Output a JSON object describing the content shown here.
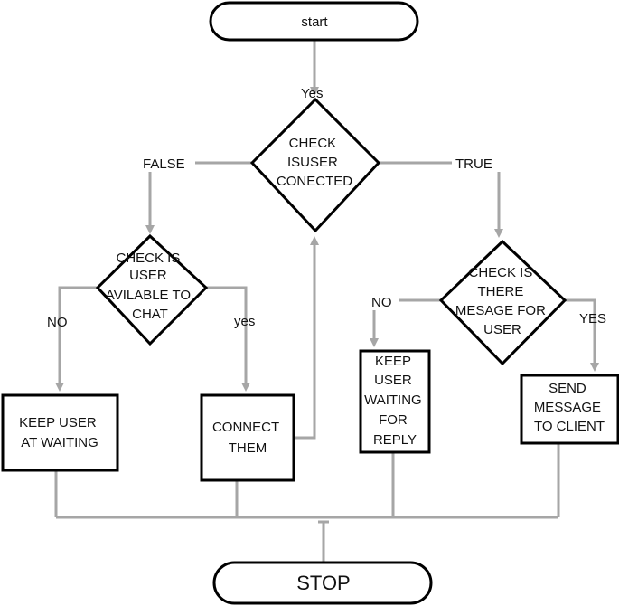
{
  "diagram": {
    "nodes": {
      "start": {
        "lines": [
          "start"
        ]
      },
      "check_connected": {
        "lines": [
          "CHECK",
          "ISUSER",
          "CONECTED"
        ]
      },
      "check_available": {
        "lines": [
          "CHECK IS",
          "USER",
          "AVILABLE TO",
          "CHAT"
        ]
      },
      "check_message": {
        "lines": [
          "CHECK IS",
          "THERE",
          "MESAGE FOR",
          "USER"
        ]
      },
      "keep_waiting": {
        "lines": [
          "KEEP USER",
          "AT WAITING"
        ]
      },
      "connect_them": {
        "lines": [
          "CONNECT",
          "THEM"
        ]
      },
      "keep_waiting_reply": {
        "lines": [
          "KEEP",
          "USER",
          "WAITING",
          "FOR",
          "REPLY"
        ]
      },
      "send_message": {
        "lines": [
          "SEND",
          "MESSAGE",
          "TO CLIENT"
        ]
      },
      "stop": {
        "lines": [
          "STOP"
        ]
      }
    },
    "edge_labels": {
      "yes_top": "Yes",
      "false": "FALSE",
      "true": "TRUE",
      "no_left": "NO",
      "yes_left": "yes",
      "no_right": "NO",
      "yes_right": "YES"
    },
    "colors": {
      "connector": "#a6a6a6",
      "shape_border": "#000000",
      "text": "#111111"
    }
  }
}
